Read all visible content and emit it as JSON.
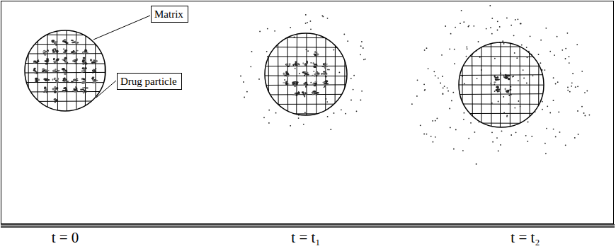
{
  "diagram": {
    "nodes": [
      {
        "text": [
          "Matrix"
        ]
      },
      {
        "text": [
          "Drug particle"
        ]
      }
    ],
    "labels": [
      "t = 0",
      "t = t₁",
      "t = t₂"
    ]
  }
}
